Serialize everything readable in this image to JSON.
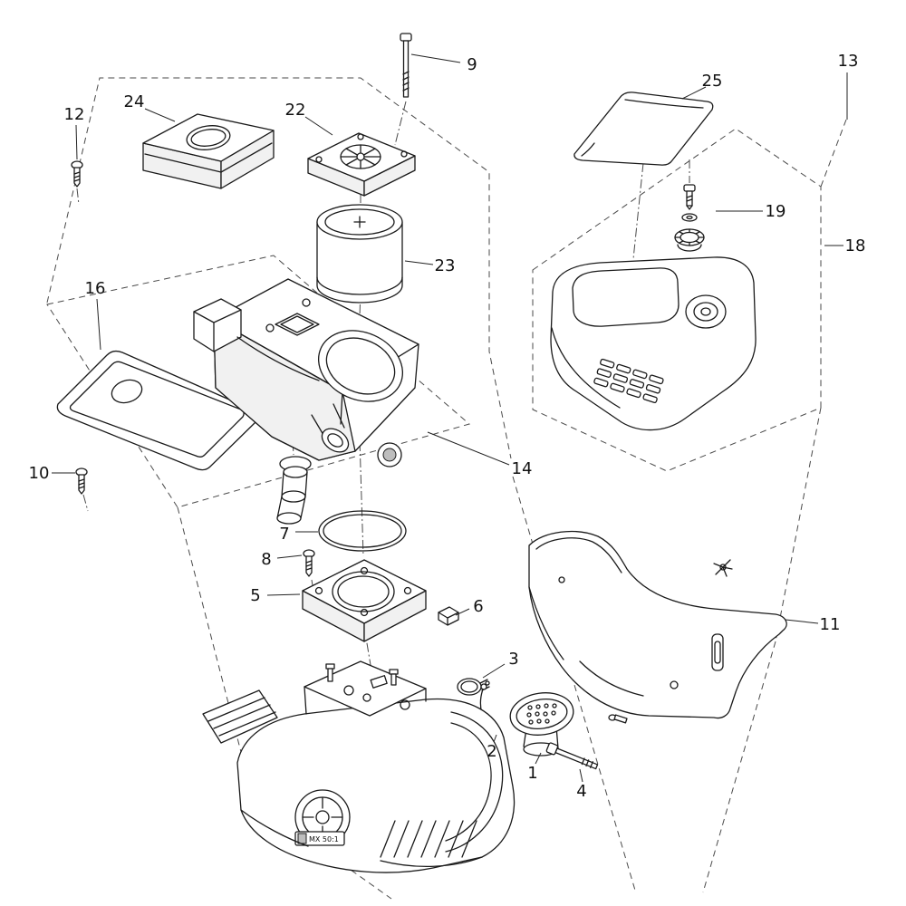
{
  "diagram": {
    "background_color": "#ffffff",
    "line_color": "#1a1a1a",
    "dash_color": "#4a4a4a",
    "product_label": "MX 50:1",
    "callouts": {
      "c1": {
        "label": "1"
      },
      "c2": {
        "label": "2"
      },
      "c3": {
        "label": "3"
      },
      "c4": {
        "label": "4"
      },
      "c5": {
        "label": "5"
      },
      "c6": {
        "label": "6"
      },
      "c7": {
        "label": "7"
      },
      "c8": {
        "label": "8"
      },
      "c9": {
        "label": "9"
      },
      "c10": {
        "label": "10"
      },
      "c11": {
        "label": "11"
      },
      "c12": {
        "label": "12"
      },
      "c13": {
        "label": "13"
      },
      "c14": {
        "label": "14"
      },
      "c16": {
        "label": "16"
      },
      "c18": {
        "label": "18"
      },
      "c19": {
        "label": "19"
      },
      "c22": {
        "label": "22"
      },
      "c23": {
        "label": "23"
      },
      "c24": {
        "label": "24"
      },
      "c25": {
        "label": "25"
      }
    }
  }
}
